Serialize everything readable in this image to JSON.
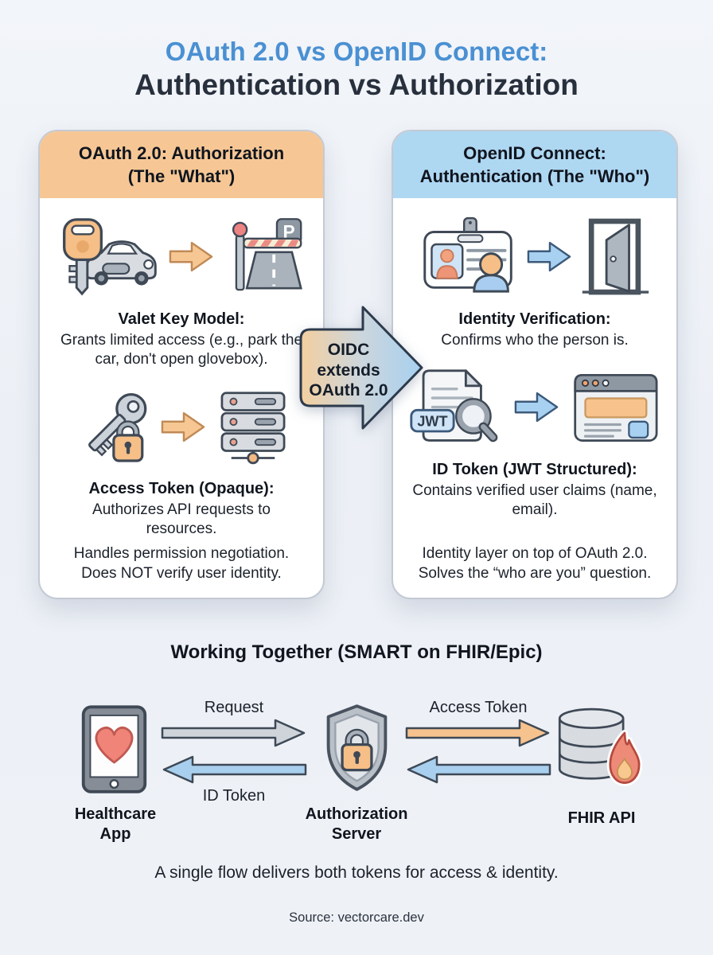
{
  "page": {
    "title_line1": "OAuth 2.0 vs OpenID Connect:",
    "title_line2": "Authentication vs Authorization",
    "source": "Source: vectorcare.dev"
  },
  "left_card": {
    "header_line1": "OAuth 2.0: Authorization",
    "header_line2": "(The \"What\")",
    "sections": [
      {
        "caption": "Valet Key Model:",
        "description": "Grants limited access (e.g., park the car, don't open glovebox).",
        "icons": [
          "car-key-icon",
          "arrow-right-orange-icon",
          "parking-gate-icon"
        ]
      },
      {
        "caption": "Access Token (Opaque):",
        "description": "Authorizes API requests to resources.",
        "icons": [
          "key-lock-icon",
          "arrow-right-orange-icon",
          "server-stack-icon"
        ]
      }
    ],
    "footnote": "Handles permission negotiation. Does NOT verify user identity."
  },
  "center_arrow": {
    "line1": "OIDC",
    "line2": "extends",
    "line3": "OAuth 2.0"
  },
  "right_card": {
    "header_line1": "OpenID Connect:",
    "header_line2": "Authentication (The \"Who\")",
    "sections": [
      {
        "caption": "Identity Verification:",
        "description": "Confirms who the person is.",
        "icons": [
          "id-badge-icon",
          "arrow-right-blue-icon",
          "door-icon"
        ]
      },
      {
        "caption": "ID Token (JWT Structured):",
        "description": "Contains verified user claims (name, email).",
        "icons": [
          "jwt-document-icon",
          "arrow-right-blue-icon",
          "browser-window-icon"
        ]
      }
    ],
    "footnote": "Identity layer on top of OAuth 2.0. Solves the “who are you” question."
  },
  "flow": {
    "title": "Working Together (SMART on FHIR/Epic)",
    "nodes": [
      {
        "label": "Healthcare App",
        "icon": "tablet-heart-icon"
      },
      {
        "label": "Authorization Server",
        "icon": "shield-lock-icon"
      },
      {
        "label": "FHIR API",
        "icon": "database-flame-icon"
      }
    ],
    "labels": {
      "request": "Request",
      "id_token": "ID Token",
      "access_token": "Access Token"
    },
    "summary": "A single flow delivers both tokens for access & identity."
  },
  "icon_labels": {
    "parking_sign": "P",
    "jwt_tag": "JWT"
  },
  "colors": {
    "title_blue": "#4a90d3",
    "header_orange": "#f6c795",
    "header_blue": "#aed7f2",
    "arrow_orange": "#f6c793",
    "arrow_blue": "#a8d0f0",
    "arrow_gray": "#cfd4da",
    "background": "#eef1f6"
  }
}
